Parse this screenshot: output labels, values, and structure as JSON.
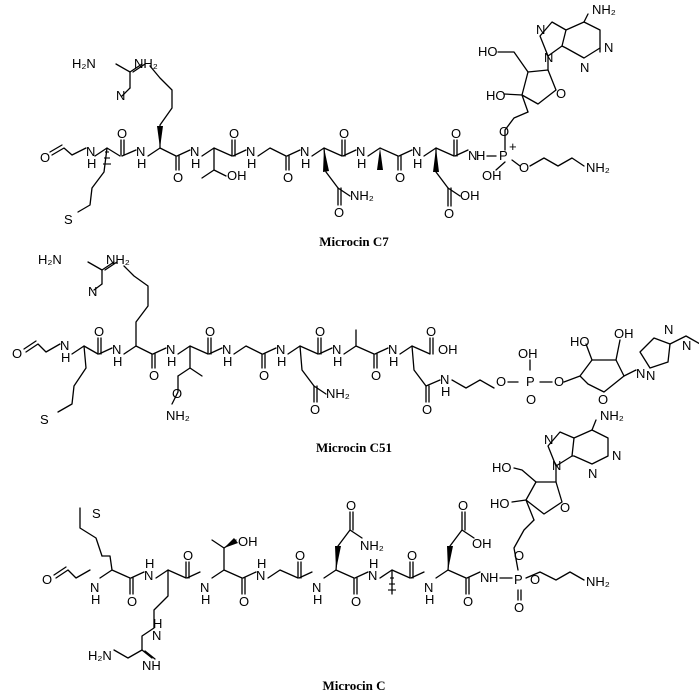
{
  "structures": [
    {
      "id": "c7",
      "caption": "Microcin C7",
      "labels": {
        "nh2_a": "H₂N",
        "nh2_b": "NH₂",
        "n_guan": "N",
        "o_formyl": "O",
        "hn1": "N",
        "h1": "H",
        "nh2": "N",
        "h2": "H",
        "nh3": "N",
        "h3": "H",
        "nh4": "N",
        "h4": "H",
        "nh5": "N",
        "h5": "H",
        "nh6": "N",
        "h6": "H",
        "o1": "O",
        "o2": "O",
        "o3": "O",
        "o4": "O",
        "o5": "O",
        "o6": "O",
        "s": "S",
        "oh_thr": "OH",
        "nh2_asn": "NH₂",
        "o_asn": "O",
        "o_asp": "O",
        "oh_asp": "OH",
        "nh_p": "N",
        "h_p": "H",
        "p": "P",
        "plus": "+",
        "oh_p": "OH",
        "o_p": "O",
        "nh2_end": "NH₂",
        "o_sugar5": "O",
        "ho_1": "HO",
        "ho_2": "HO",
        "o_ring": "O",
        "nh2_ad": "NH₂",
        "n_ad1": "N",
        "n_ad2": "N",
        "n_ad3": "N",
        "n_ad4": "N"
      }
    },
    {
      "id": "c51",
      "caption": "Microcin C51",
      "labels": {
        "nh2_a": "H₂N",
        "nh2_b": "NH₂",
        "n_guan": "N",
        "o_formyl": "O",
        "hn1": "N",
        "h1": "H",
        "nh2": "N",
        "h2": "H",
        "nh3": "N",
        "h3": "H",
        "nh4": "N",
        "h4": "H",
        "nh5": "N",
        "h5": "H",
        "nh6": "N",
        "h6": "H",
        "o1": "O",
        "o2": "O",
        "o3": "O",
        "o4": "O",
        "o5": "O",
        "s": "S",
        "o_oxy": "O",
        "nh2_oxy": "NH₂",
        "nh2_asn": "NH₂",
        "o_cooh": "O",
        "oh_cooh": "OH",
        "o_amide": "O",
        "o_link1": "O",
        "p": "P",
        "o_p1": "O",
        "oh_p": "OH",
        "o_p2": "O",
        "o_link2": "O",
        "ho_1": "HO",
        "oh_2": "OH",
        "o_ring": "O",
        "n_ad1": "N",
        "n_ad2": "N",
        "n_ad3": "N",
        "n_ad4": "N"
      }
    },
    {
      "id": "c",
      "caption": "Microcin C",
      "labels": {
        "s": "S",
        "o_formyl": "O",
        "hn1": "N",
        "h1": "H",
        "nh2": "N",
        "h2": "H",
        "nh3": "N",
        "h3": "H",
        "nh4": "N",
        "h4": "H",
        "nh5": "N",
        "h5": "H",
        "nh6": "N",
        "h6": "H",
        "o1": "O",
        "o2": "O",
        "o3": "O",
        "o4": "O",
        "o5": "O",
        "o6": "O",
        "oh_thr": "OH",
        "nh2_asn": "NH₂",
        "o_asn": "O",
        "o_asp": "O",
        "oh_asp": "OH",
        "nh_p": "N",
        "h_p": "H",
        "p": "P",
        "o_p": "O",
        "o_p2": "O",
        "nh2_end": "NH₂",
        "o_sugar5": "O",
        "ho_1": "HO",
        "ho_2": "HO",
        "o_ring": "O",
        "nh2_ad": "NH₂",
        "n_ad1": "N",
        "n_ad2": "N",
        "n_ad3": "N",
        "n_ad4": "N",
        "hn_guan": "N",
        "h_guan": "H",
        "n_guan2": "N",
        "nh_guan": "NH",
        "h2n_guan": "H₂N"
      }
    }
  ]
}
